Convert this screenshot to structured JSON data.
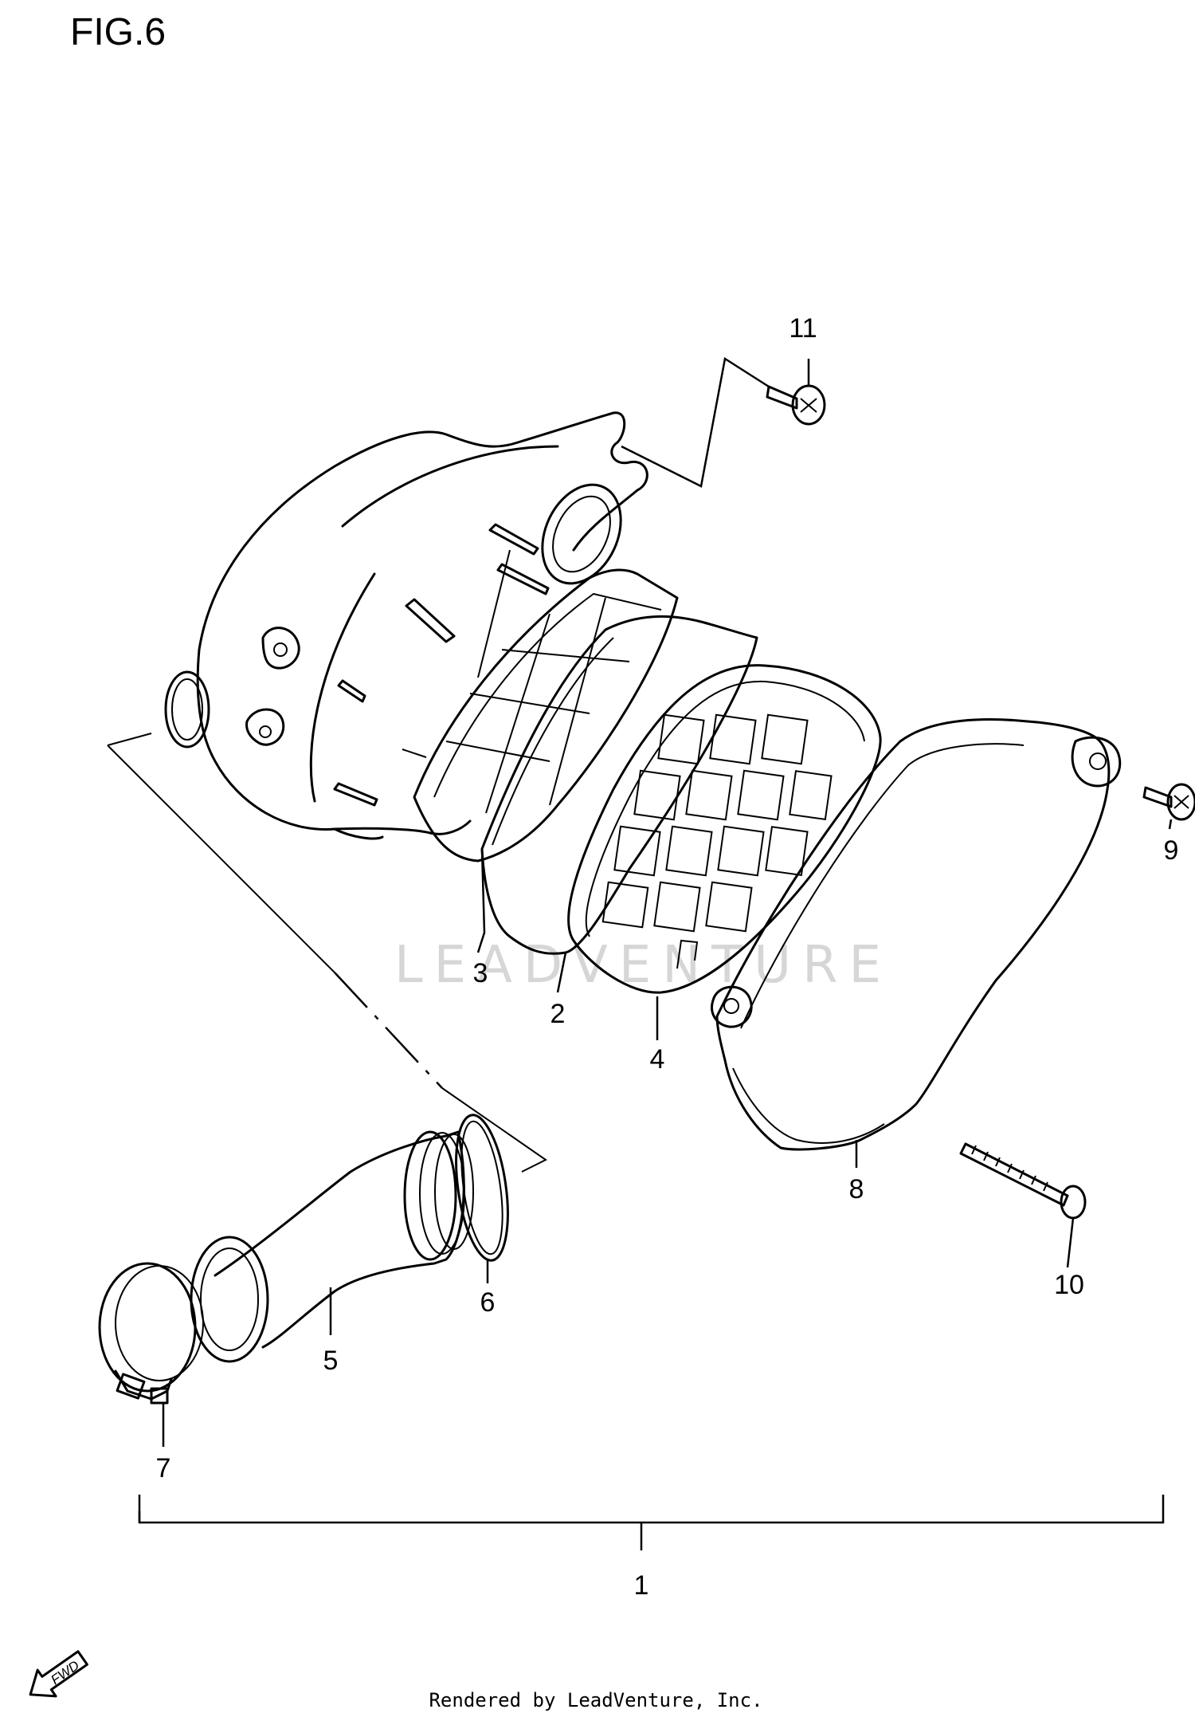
{
  "figure": {
    "title": "FIG.6",
    "fwd_label": "FWD",
    "credit": "Rendered by LeadVenture, Inc.",
    "watermark": "LEADVENTURE"
  },
  "callouts": [
    {
      "id": "1",
      "label": "1"
    },
    {
      "id": "2",
      "label": "2"
    },
    {
      "id": "3",
      "label": "3"
    },
    {
      "id": "4",
      "label": "4"
    },
    {
      "id": "5",
      "label": "5"
    },
    {
      "id": "6",
      "label": "6"
    },
    {
      "id": "7",
      "label": "7"
    },
    {
      "id": "8",
      "label": "8"
    },
    {
      "id": "9",
      "label": "9"
    },
    {
      "id": "10",
      "label": "10"
    },
    {
      "id": "11",
      "label": "11"
    }
  ]
}
